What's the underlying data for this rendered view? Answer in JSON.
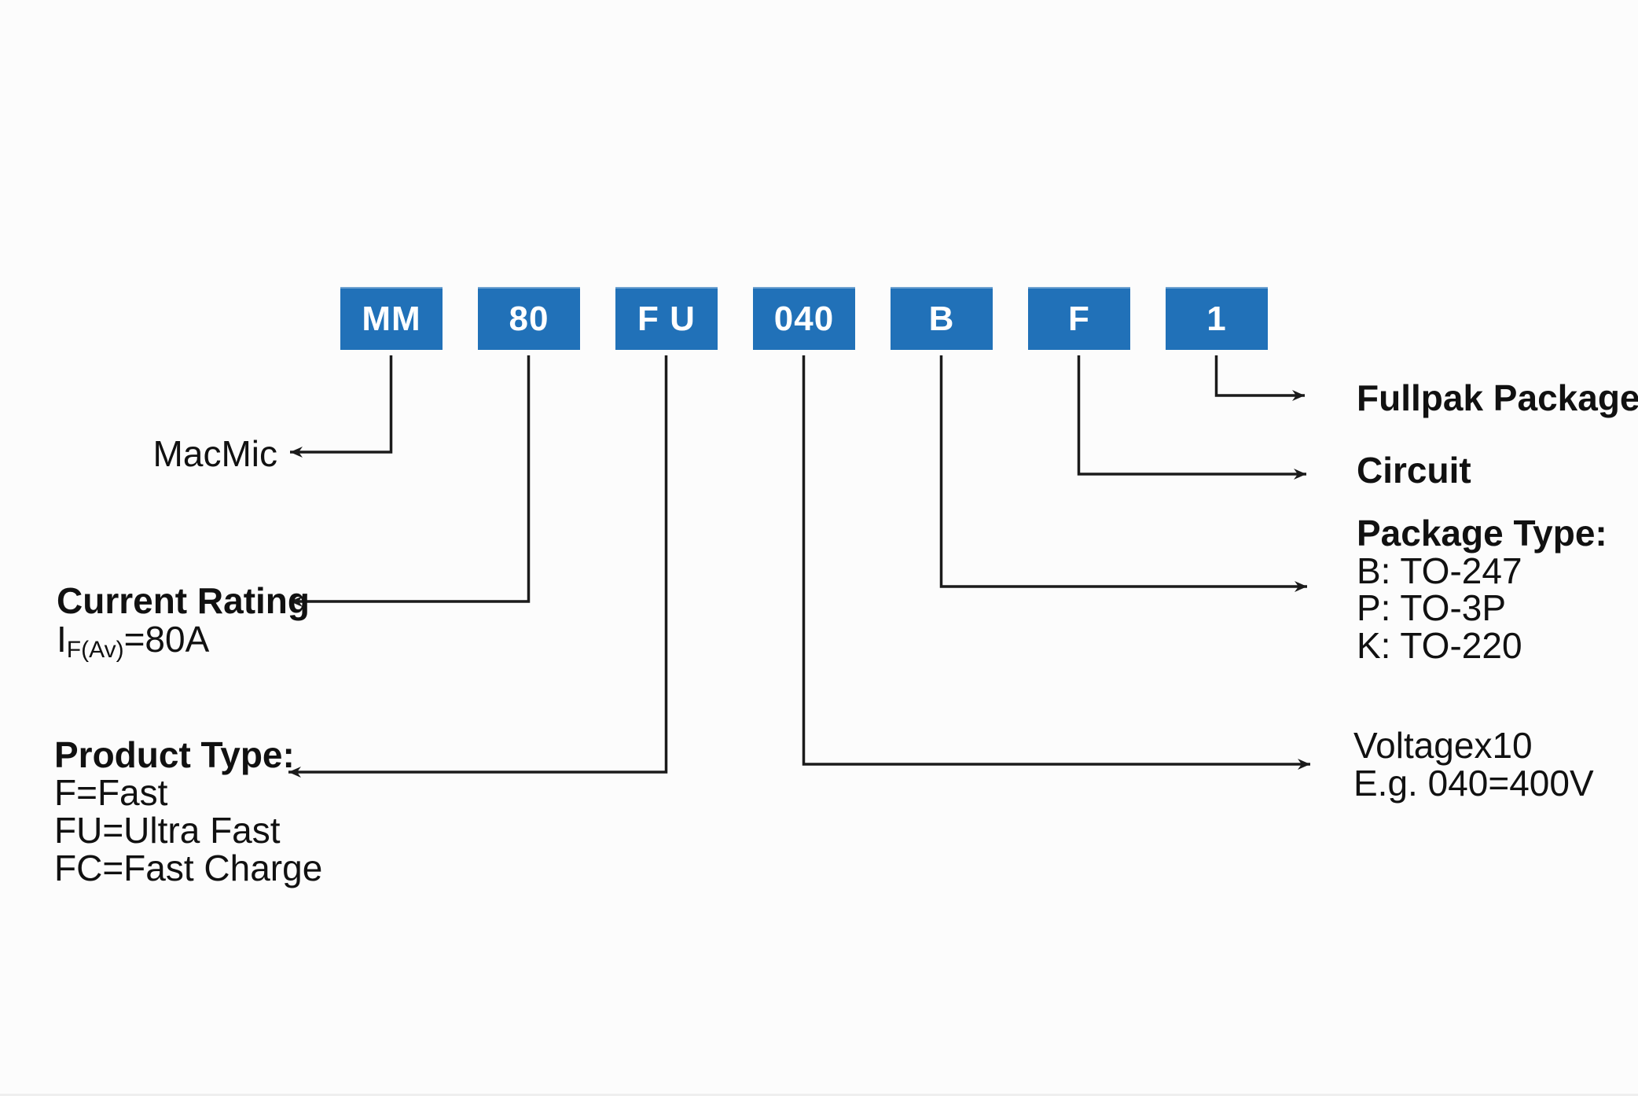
{
  "palette": {
    "box_blue": "#2171b8",
    "box_text": "#ffffff",
    "line_color": "#1b1b1b",
    "text_color": "#111111",
    "background": "#fcfcfc"
  },
  "part_number": {
    "segments": [
      {
        "code": "MM"
      },
      {
        "code": "80"
      },
      {
        "code": "F U"
      },
      {
        "code": "040"
      },
      {
        "code": "B"
      },
      {
        "code": "F"
      },
      {
        "code": "1"
      }
    ]
  },
  "annotations": {
    "macmic": {
      "label": "MacMic"
    },
    "current_rating": {
      "title": "Current Rating",
      "symbol": "I",
      "symbol_subscript": "F(Av)",
      "value": "=80A"
    },
    "product_type": {
      "title": "Product Type:",
      "items": [
        "F=Fast",
        "FU=Ultra Fast",
        "FC=Fast Charge"
      ]
    },
    "fullpak_package": {
      "label": "Fullpak Package"
    },
    "circuit": {
      "label": "Circuit"
    },
    "package_type": {
      "title": "Package Type:",
      "items": [
        "B: TO-247",
        "P: TO-3P",
        "K: TO-220"
      ]
    },
    "voltage": {
      "line1": "Voltagex10",
      "line2": "E.g. 040=400V"
    }
  }
}
